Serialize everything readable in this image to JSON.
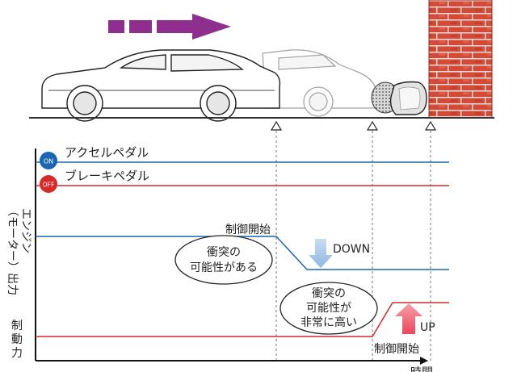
{
  "scene": {
    "arrow_color": "#8e2f8e",
    "wall_color": "#c0392b",
    "obstacle": "sensor-target"
  },
  "graph": {
    "accel_label": "アクセルペダル",
    "brake_label": "ブレーキペダル",
    "on_badge": "ON",
    "off_badge": "OFF",
    "on_color": "#1a66b0",
    "off_color": "#d42a2a",
    "engine_axis_label": [
      "エンジン",
      "（モーター）出力"
    ],
    "brake_axis_label": [
      "制",
      "動",
      "力"
    ],
    "time_label": "時間",
    "control_start_1": "制御開始",
    "control_start_2": "制御開始",
    "down_label": "DOWN",
    "up_label": "UP",
    "bubble_possible": [
      "衝突の",
      "可能性がある"
    ],
    "bubble_high": [
      "衝突の",
      "可能性が",
      "非常に高い"
    ]
  }
}
